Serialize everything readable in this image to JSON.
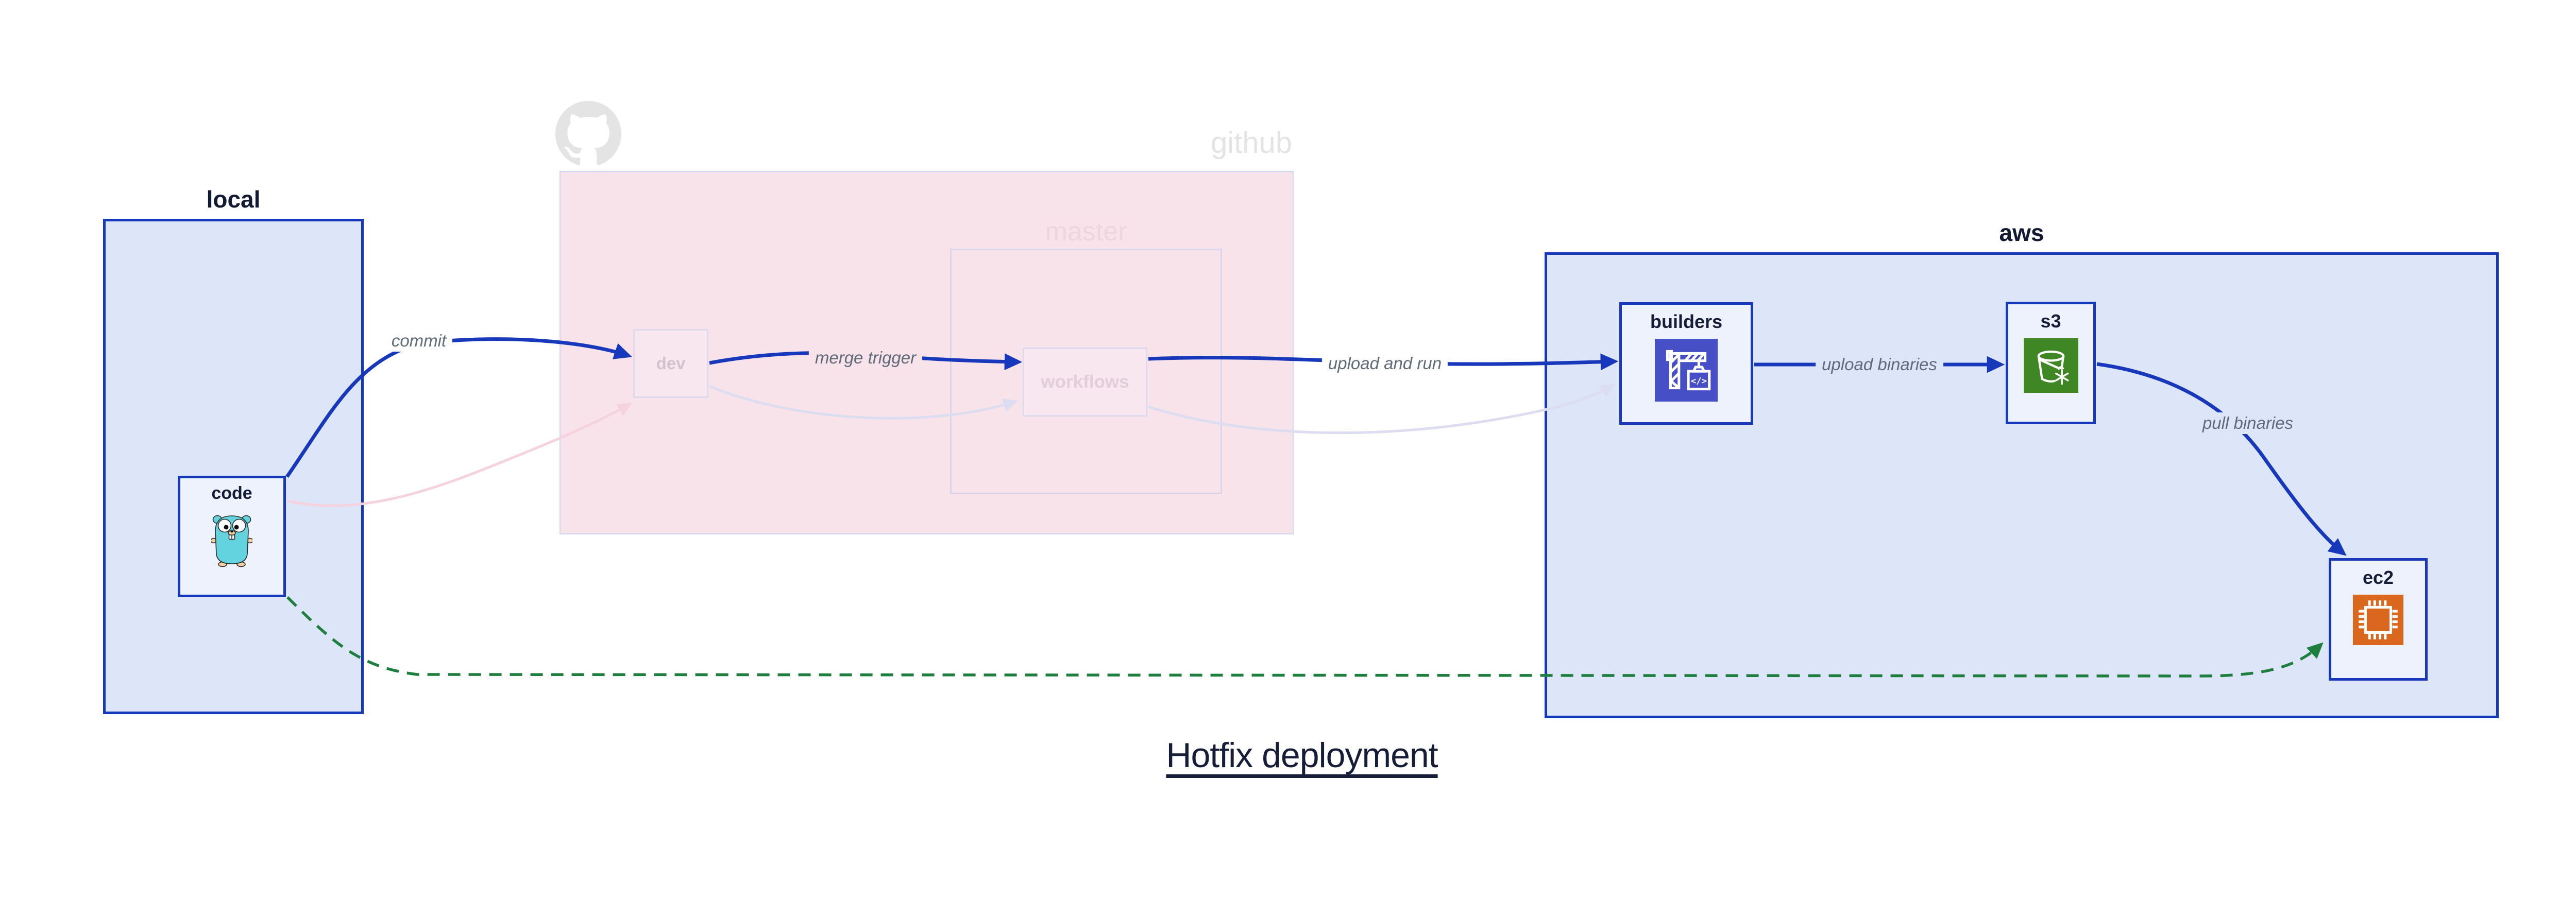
{
  "title": "Hotfix deployment",
  "groups": {
    "local": {
      "label": "local"
    },
    "github": {
      "label": "github",
      "branch_label": "master"
    },
    "aws": {
      "label": "aws"
    }
  },
  "nodes": {
    "code": {
      "label": "code",
      "icon": "go-gopher"
    },
    "dev": {
      "label": "dev"
    },
    "workflows": {
      "label": "workflows"
    },
    "builders": {
      "label": "builders",
      "icon": "aws-codebuild"
    },
    "s3": {
      "label": "s3",
      "icon": "aws-s3-bucket"
    },
    "ec2": {
      "label": "ec2",
      "icon": "aws-ec2-chip"
    }
  },
  "edges": {
    "commit": {
      "label": "commit",
      "from": "code",
      "to": "dev",
      "style": "active-blue"
    },
    "merge_trigger": {
      "label": "merge trigger",
      "from": "dev",
      "to": "workflows",
      "style": "active-blue"
    },
    "upload_and_run": {
      "label": "upload and run",
      "from": "workflows",
      "to": "builders",
      "style": "active-blue"
    },
    "upload_binaries": {
      "label": "upload binaries",
      "from": "builders",
      "to": "s3",
      "style": "active-blue"
    },
    "pull_binaries": {
      "label": "pull binaries",
      "from": "s3",
      "to": "ec2",
      "style": "active-blue"
    },
    "code_to_dev_faded": {
      "from": "code",
      "to": "dev",
      "style": "faded-pink"
    },
    "dev_to_workflows_faded": {
      "from": "dev",
      "to": "workflows",
      "style": "faded-lavender"
    },
    "workflows_to_builders_faded": {
      "from": "workflows",
      "to": "builders",
      "style": "faded-lavender"
    },
    "code_to_ec2_hotfix": {
      "from": "code",
      "to": "ec2",
      "style": "green-dashed"
    }
  },
  "colors": {
    "accent_blue": "#1838bc",
    "container_fill": "#dde5f8",
    "node_fill": "#eef2fc",
    "github_fill": "#f9e3ea",
    "github_border": "#cdd8f2",
    "master_border": "#dcd6ec",
    "faded_pink_edge": "#f5d3de",
    "faded_lavender_edge": "#dcddf1",
    "green_edge": "#1e7e3d",
    "edge_label_gray": "#5f6b78",
    "dark_text": "#151d38",
    "group_label_text": "#121a33",
    "faded_logo_gray": "#e4e4e4",
    "faded_master_text": "#eed6e0",
    "faded_dev_text": "#d2c3ce",
    "faded_workflows_text": "#e3cdd9",
    "codebuild_purple": "#474fc6",
    "s3_green": "#3f8624",
    "ec2_orange": "#d9671d",
    "gopher_teal": "#63d3e0",
    "gopher_skin": "#f2cfa0"
  }
}
